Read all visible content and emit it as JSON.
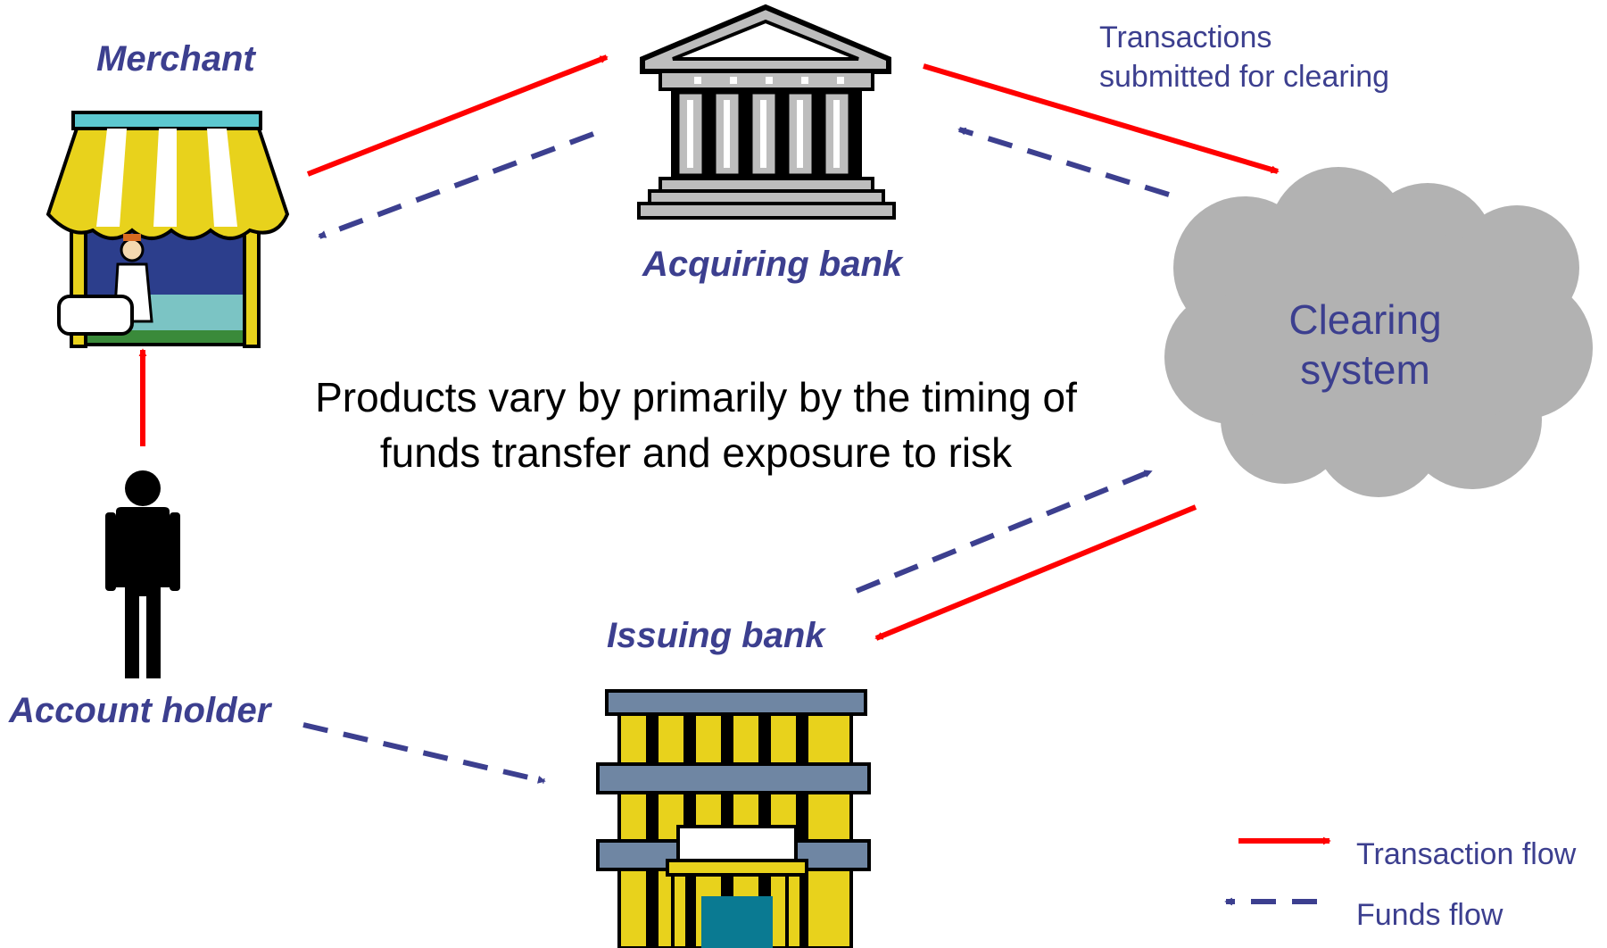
{
  "nodes": {
    "merchant": "Merchant",
    "acquiring_bank": "Acquiring bank",
    "issuing_bank": "Issuing bank",
    "account_holder": "Account holder",
    "clearing_system": [
      "Clearing",
      "system"
    ]
  },
  "annotations": {
    "clearing_note": [
      "Transactions",
      "submitted for clearing"
    ],
    "center_text": [
      "Products vary by primarily by the timing of",
      "funds transfer and exposure to risk"
    ]
  },
  "legend": {
    "transaction_flow": "Transaction flow",
    "funds_flow": "Funds flow"
  },
  "colors": {
    "transaction_flow": "#ff0000",
    "funds_flow": "#3c3f8f",
    "label_text": "#3c3f8f",
    "cloud_fill": "#b2b2b2",
    "awning_yellow": "#e8d21c",
    "bank_facade_gray": "#bdbdbd",
    "building_yellow": "#e8d21c",
    "building_slate": "#6f86a3",
    "door_teal": "#0a7a92"
  },
  "icons": {
    "merchant": "storefront-icon",
    "acquiring_bank": "bank-columns-icon",
    "issuing_bank": "office-building-icon",
    "account_holder": "person-icon",
    "clearing_system": "cloud-icon"
  }
}
